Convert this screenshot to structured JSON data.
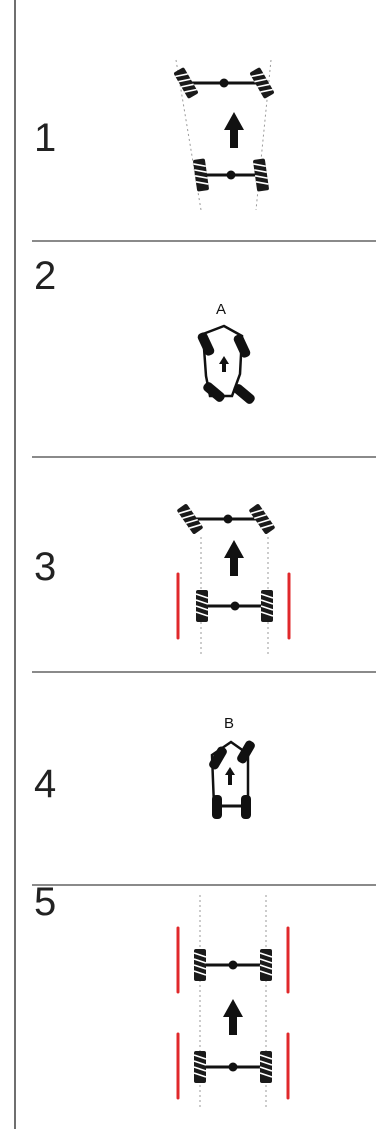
{
  "steps": [
    {
      "number": "1",
      "letter": ""
    },
    {
      "number": "2",
      "letter": "A"
    },
    {
      "number": "3",
      "letter": ""
    },
    {
      "number": "4",
      "letter": "B"
    },
    {
      "number": "5",
      "letter": ""
    }
  ],
  "colors": {
    "ink": "#111111",
    "tread": "#1a1a1a",
    "track_line": "#9a9a9a",
    "rut": "#e0282b",
    "divider": "#8a8a8a",
    "border": "#6f6f6f"
  },
  "icons": {
    "wheel": "tire-tread-icon",
    "axle": "axle-icon",
    "arrow": "direction-arrow-icon",
    "vehicle": "vehicle-topview-icon",
    "rut": "rut-mark-icon"
  }
}
